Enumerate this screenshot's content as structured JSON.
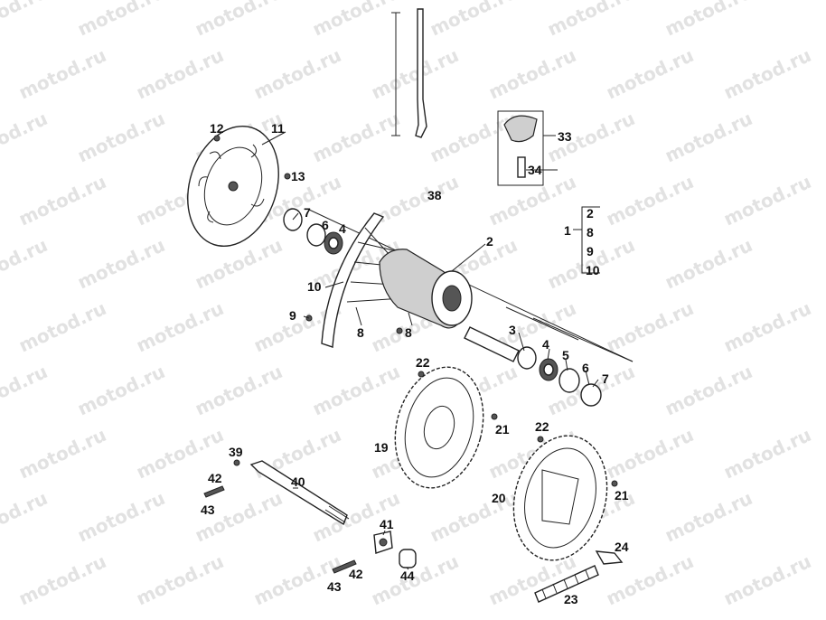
{
  "watermark": "motod.ru",
  "labels": {
    "l1": "1",
    "l2a": "2",
    "l2b": "2",
    "l3": "3",
    "l4a": "4",
    "l4b": "4",
    "l5": "5",
    "l6a": "6",
    "l6b": "6",
    "l7a": "7",
    "l7b": "7",
    "l8a": "8",
    "l8b": "8",
    "l8c": "8",
    "l9a": "9",
    "l9b": "9",
    "l10a": "10",
    "l10b": "10",
    "l11": "11",
    "l12": "12",
    "l13": "13",
    "l19": "19",
    "l20": "20",
    "l21a": "21",
    "l21b": "21",
    "l22a": "22",
    "l22b": "22",
    "l23": "23",
    "l24": "24",
    "l33": "33",
    "l34": "34",
    "l38": "38",
    "l39": "39",
    "l40": "40",
    "l41": "41",
    "l42a": "42",
    "l42b": "42",
    "l43a": "43",
    "l43b": "43",
    "l44": "44"
  }
}
